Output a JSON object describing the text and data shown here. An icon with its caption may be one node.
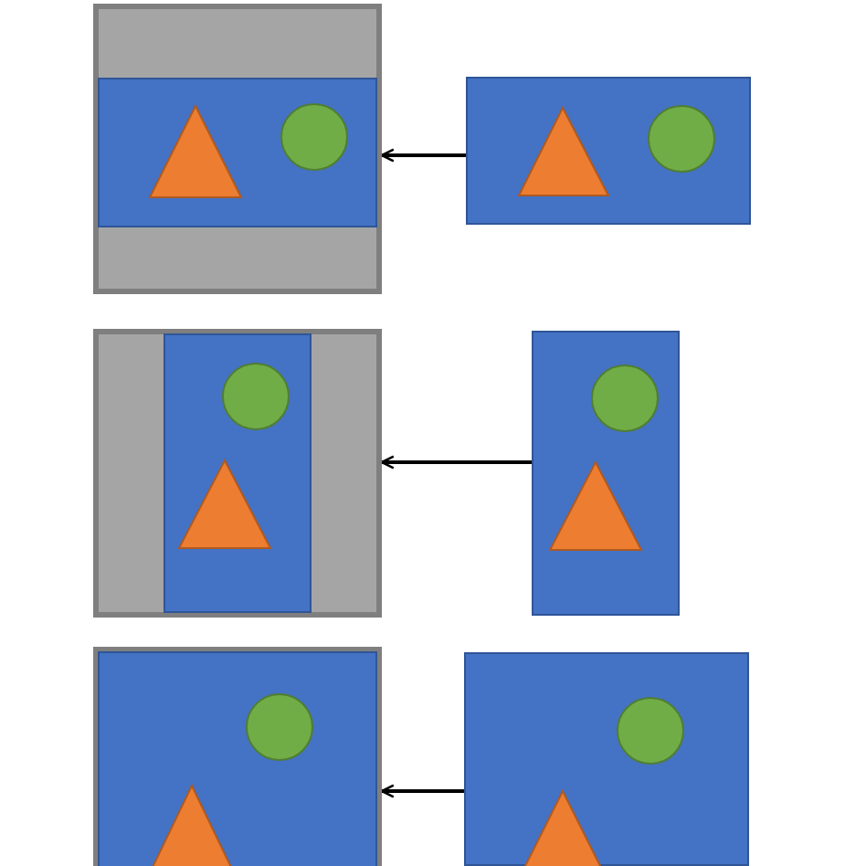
{
  "diagram": {
    "nodes": [
      {
        "text": [],
        "shape": "box"
      },
      {
        "text": [],
        "shape": "box"
      },
      {
        "text": [],
        "shape": "box"
      },
      {
        "text": [],
        "shape": "box"
      },
      {
        "text": [],
        "shape": "box"
      },
      {
        "text": [],
        "shape": "box"
      }
    ],
    "edges": [
      {
        "from": 1,
        "to": 0,
        "arrow": "to"
      },
      {
        "from": 3,
        "to": 2,
        "arrow": "to"
      },
      {
        "from": 5,
        "to": 4,
        "arrow": "to"
      }
    ]
  }
}
